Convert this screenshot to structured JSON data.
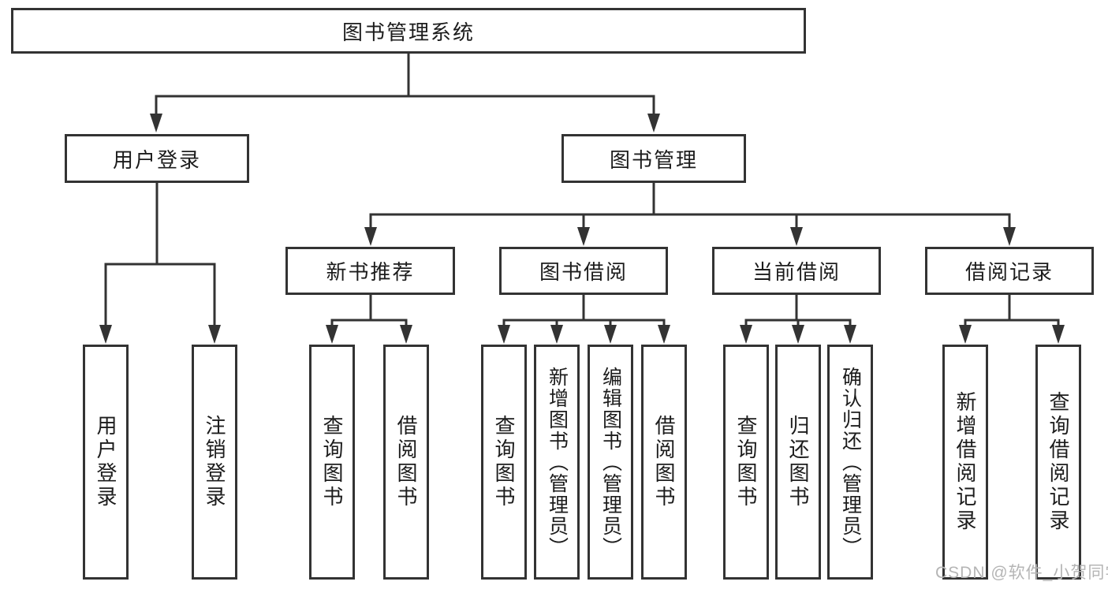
{
  "diagram": {
    "root": "图书管理系统",
    "level2": {
      "user_login": "用户登录",
      "book_management": "图书管理"
    },
    "level3": {
      "new_book_recommendation": "新书推荐",
      "book_borrowing": "图书借阅",
      "current_borrowing": "当前借阅",
      "borrowing_records": "借阅记录"
    },
    "leaves": {
      "user_login": "用户登录",
      "logout": "注销登录",
      "nb_query_books": "查询图书",
      "nb_borrow_books": "借阅图书",
      "bb_query_books": "查询图书",
      "bb_add_books_admin": "新增图书（管理员）",
      "bb_edit_books_admin": "编辑图书（管理员）",
      "bb_borrow_books": "借阅图书",
      "cb_query_books": "查询图书",
      "cb_return_books": "归还图书",
      "cb_confirm_return_admin": "确认归还（管理员）",
      "br_add_record": "新增借阅记录",
      "br_query_record": "查询借阅记录"
    }
  },
  "watermark": "CSDN @软件_小贺同学",
  "colors": {
    "line": "#333333",
    "text": "#1c1c1c",
    "watermark": "#b5b5b5",
    "bg": "#ffffff"
  }
}
